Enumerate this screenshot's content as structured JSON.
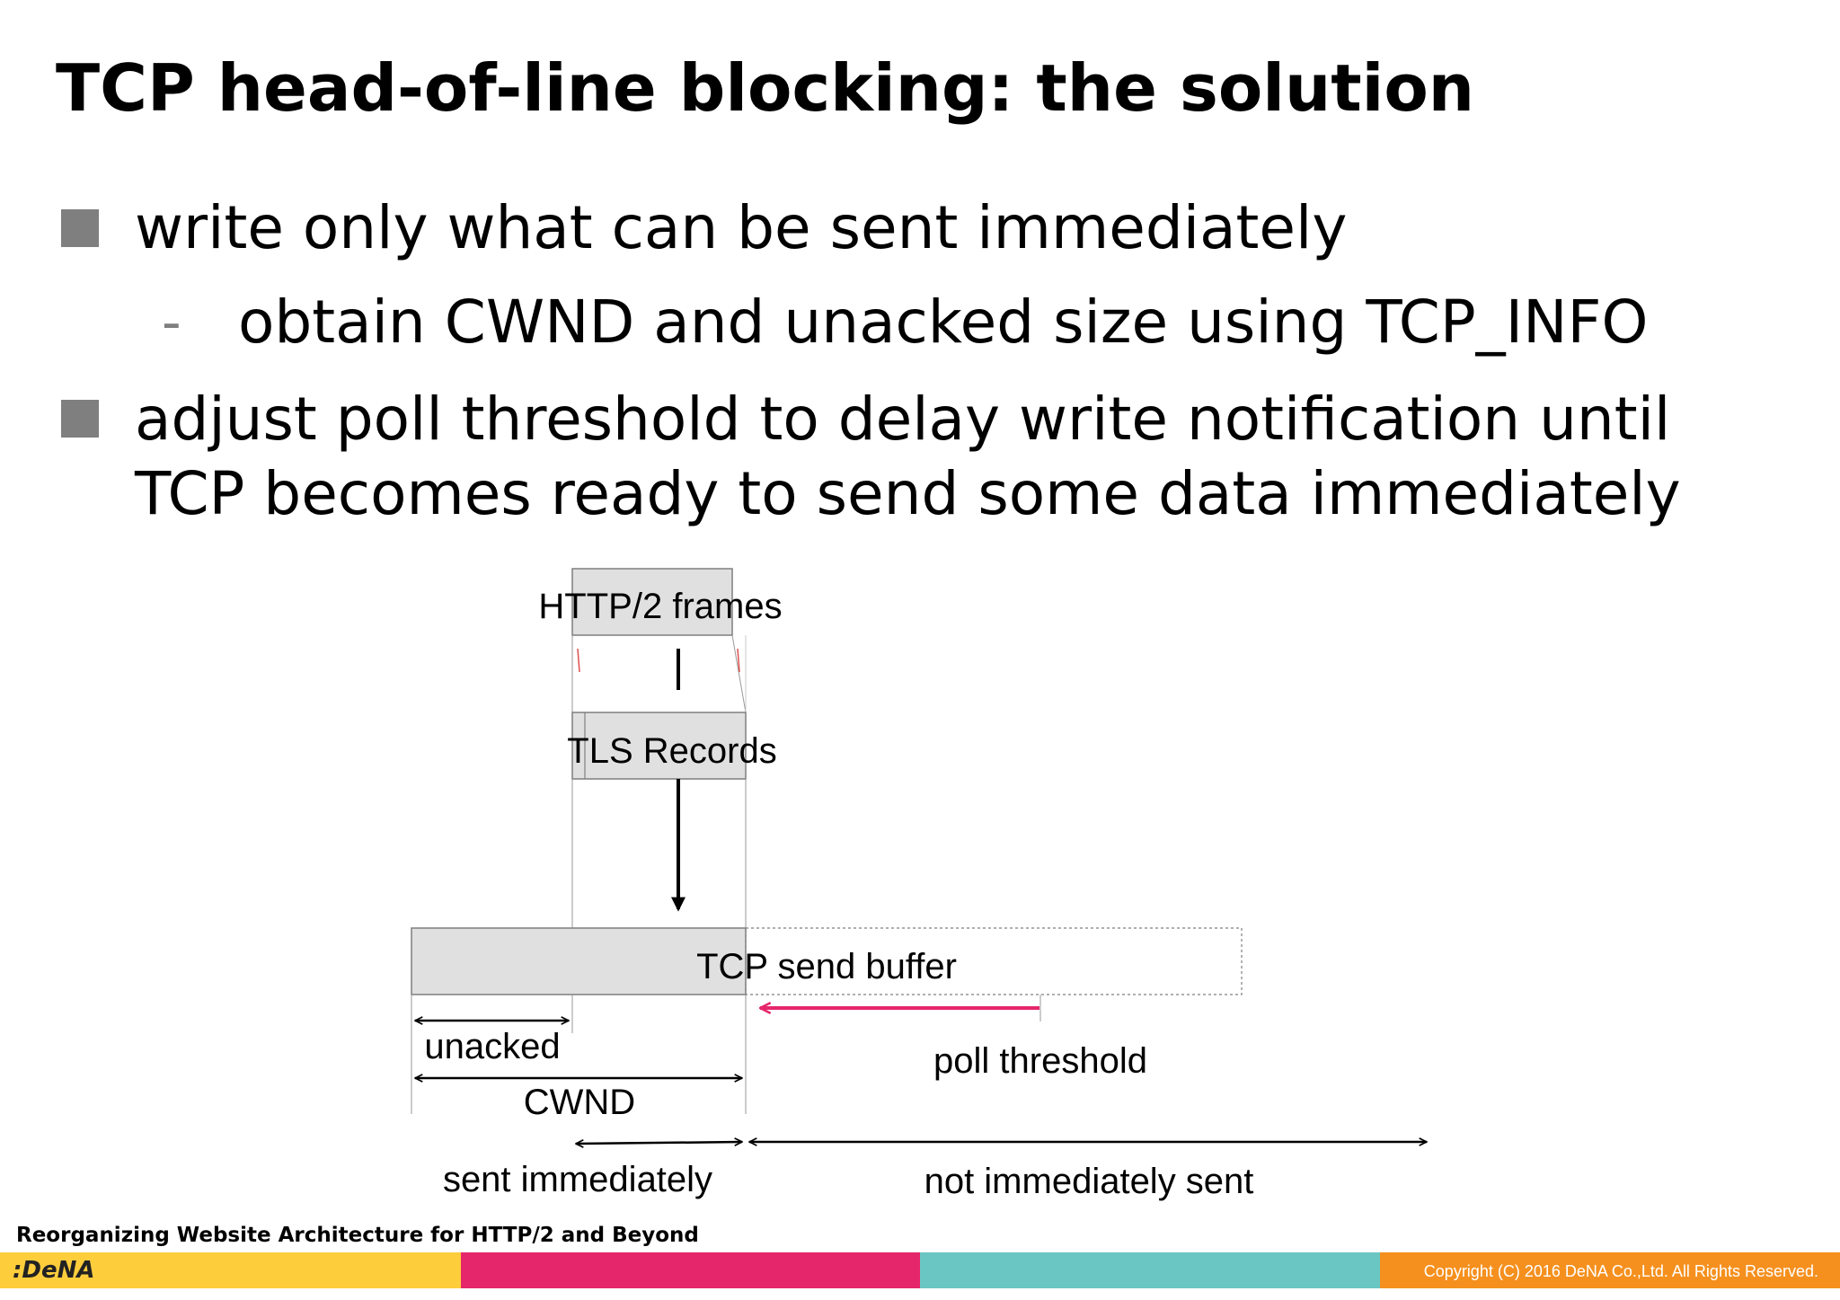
{
  "slide": {
    "title": "TCP head-of-line blocking: the solution",
    "bullets": [
      {
        "text": "write only what can be sent immediately",
        "subitems": [
          "obtain CWND and unacked size using TCP_INFO"
        ]
      },
      {
        "lines": [
          "adjust poll threshold to delay write notification until",
          "TCP becomes ready to send some data immediately"
        ]
      }
    ],
    "sub_bullet_marker": "-"
  },
  "diagram": {
    "labels": {
      "http2_frames": "HTTP/2 frames",
      "tls_records": "TLS Records",
      "tcp_send_buffer": "TCP send buffer",
      "unacked": "unacked",
      "cwnd": "CWND",
      "poll_threshold": "poll threshold",
      "sent_immediately": "sent immediately",
      "not_immediately_sent": "not immediately sent"
    },
    "colors": {
      "box_fill": "#e0e0e0",
      "box_stroke": "#7f7f7f",
      "poll_arrow": "#e6266b",
      "tick_marks": "#e05050"
    }
  },
  "footer": {
    "presentation_title": "Reorganizing Website Architecture for HTTP/2 and Beyond",
    "logo": ":DeNA",
    "copyright": "Copyright (C) 2016 DeNA Co.,Ltd. All Rights Reserved.",
    "bar_colors": [
      "#fecd3c",
      "#e6266b",
      "#6ac6c3",
      "#f5901e"
    ]
  }
}
